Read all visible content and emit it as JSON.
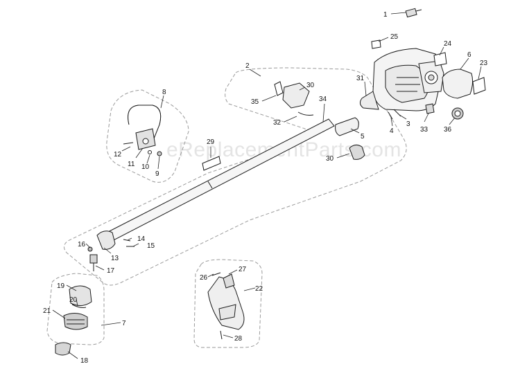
{
  "watermark": "eReplacementParts.com",
  "callouts": {
    "c1": "1",
    "c2": "2",
    "c3": "3",
    "c4": "4",
    "c5": "5",
    "c6": "6",
    "c7": "7",
    "c8": "8",
    "c9": "9",
    "c10": "10",
    "c11": "11",
    "c12": "12",
    "c13": "13",
    "c14": "14",
    "c15": "15",
    "c16": "16",
    "c17": "17",
    "c18": "18",
    "c19": "19",
    "c20": "20",
    "c21": "21",
    "c22": "22",
    "c23": "23",
    "c24": "24",
    "c25": "25",
    "c26": "26",
    "c27": "27",
    "c28": "28",
    "c29": "29",
    "c30a": "30",
    "c30b": "30",
    "c31": "31",
    "c32": "32",
    "c33": "33",
    "c34": "34",
    "c35": "35",
    "c36": "36"
  },
  "colors": {
    "line": "#1a1a1a",
    "group_outline": "#9a9a9a",
    "watermark": "#e4e4e4"
  }
}
